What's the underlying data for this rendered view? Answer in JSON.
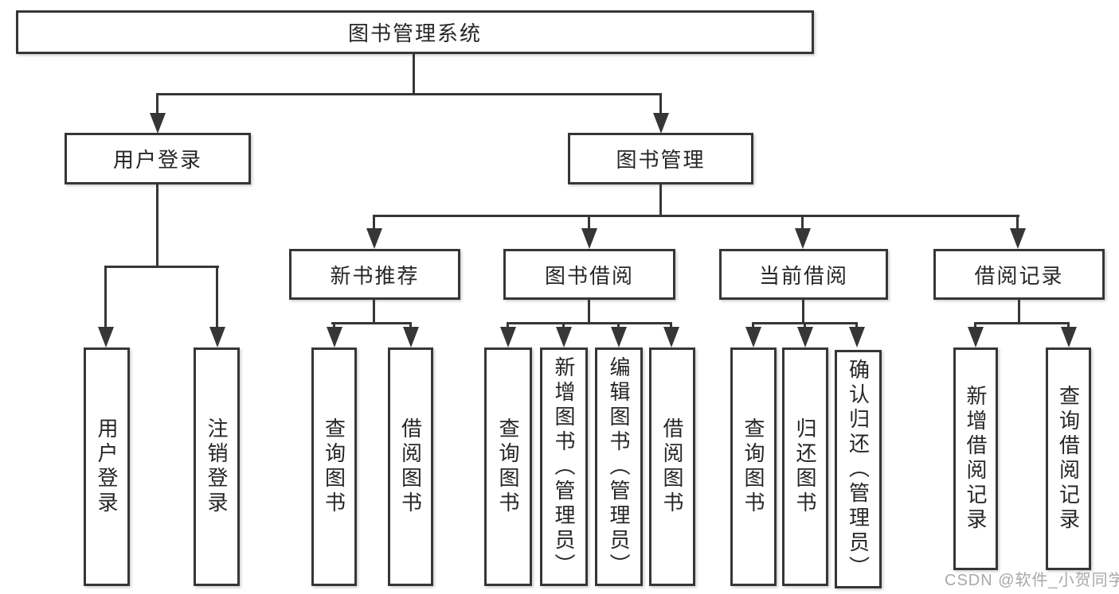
{
  "title": "图书管理系统",
  "tree": {
    "root": {
      "label": "图书管理系统",
      "children": [
        {
          "label": "用户登录",
          "children": [
            {
              "label": "用户登录"
            },
            {
              "label": "注销登录"
            }
          ]
        },
        {
          "label": "图书管理",
          "children": [
            {
              "label": "新书推荐",
              "children": [
                {
                  "label": "查询图书"
                },
                {
                  "label": "借阅图书"
                }
              ]
            },
            {
              "label": "图书借阅",
              "children": [
                {
                  "label": "查询图书"
                },
                {
                  "label": "新增图书（管理员）"
                },
                {
                  "label": "编辑图书（管理员）"
                },
                {
                  "label": "借阅图书"
                }
              ]
            },
            {
              "label": "当前借阅",
              "children": [
                {
                  "label": "查询图书"
                },
                {
                  "label": "归还图书"
                },
                {
                  "label": "确认归还（管理员）"
                }
              ]
            },
            {
              "label": "借阅记录",
              "children": [
                {
                  "label": "新增借阅记录"
                },
                {
                  "label": "查询借阅记录"
                }
              ]
            }
          ]
        }
      ]
    }
  },
  "watermark": {
    "text": "CSDN @软件_小贺同学"
  },
  "colors": {
    "line": "#363636",
    "box_border": "#363636",
    "text": "#262626",
    "watermark": "#a8a8a8",
    "background": "#ffffff"
  }
}
